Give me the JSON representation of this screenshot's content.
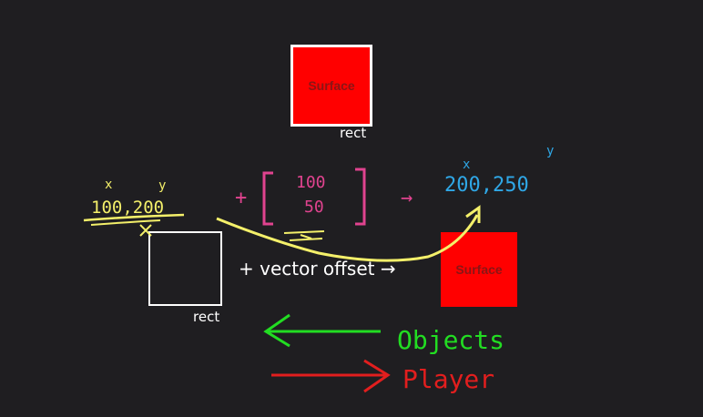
{
  "top_surface": {
    "label": "Surface",
    "caption": "rect"
  },
  "bottom_rect": {
    "caption": "rect"
  },
  "right_surface": {
    "label": "Surface"
  },
  "offset_label": "+ vector offset →",
  "annotations": {
    "start_x": "x",
    "start_y": "y",
    "start_value": "100,200",
    "plus": "+",
    "vector_top": "100",
    "vector_bottom": "50",
    "arrow": "→",
    "end_x": "x",
    "end_y": "y",
    "end_value": "200,250"
  },
  "legend": {
    "objects": "Objects",
    "player": "Player"
  },
  "colors": {
    "background": "#1f1e21",
    "surface_fill": "#ff0000",
    "start_annotation": "#f4f06a",
    "vector_annotation": "#e0438f",
    "end_annotation": "#2fa7e6",
    "objects": "#22dd22",
    "player": "#e21e1e"
  }
}
